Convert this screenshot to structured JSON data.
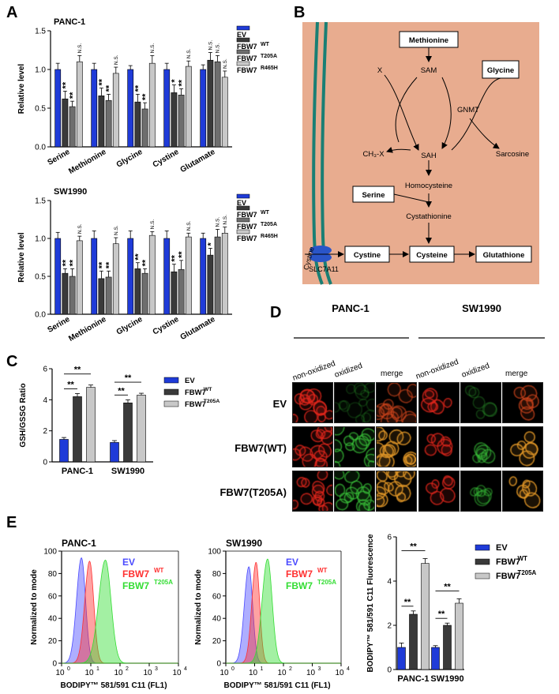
{
  "panels": {
    "A": "A",
    "B": "B",
    "C": "C",
    "D": "D",
    "E": "E"
  },
  "colors": {
    "ev": "#1f3bd8",
    "wt": "#3a3a3a",
    "t205a": "#6e6e6e",
    "r465h": "#c8c8c8",
    "pathway_bg": "#e8ac8f",
    "membrane": "#1a7f74",
    "transporter": "#2a55c8",
    "flow_ev": "#4b4bff",
    "flow_wt": "#ff3030",
    "flow_t205a": "#33dd33"
  },
  "legends": {
    "four": [
      "EV",
      "FBW7",
      "FBW7",
      "FBW7"
    ],
    "four_sup": [
      "",
      "WT",
      "T205A",
      "R465H"
    ],
    "three": [
      "EV",
      "FBW7",
      "FBW7"
    ],
    "three_sup": [
      "",
      "WT",
      "T205A"
    ]
  },
  "chart_data": [
    {
      "type": "bar",
      "panel": "A",
      "title": "PANC-1",
      "ylabel": "Relative level",
      "ylim": [
        0,
        1.5
      ],
      "yticks": [
        "0.0",
        "0.5",
        "1.0",
        "1.5"
      ],
      "categories": [
        "Serine",
        "Methionine",
        "Glycine",
        "Cystine",
        "Glutamate"
      ],
      "series": [
        {
          "name": "EV",
          "values": [
            1.0,
            1.0,
            1.0,
            1.0,
            1.0
          ],
          "err": [
            0.08,
            0.08,
            0.05,
            0.08,
            0.06
          ]
        },
        {
          "name": "FBW7 WT",
          "values": [
            0.62,
            0.66,
            0.58,
            0.7,
            1.12
          ],
          "err": [
            0.1,
            0.1,
            0.1,
            0.1,
            0.1
          ]
        },
        {
          "name": "FBW7 T205A",
          "values": [
            0.52,
            0.6,
            0.49,
            0.67,
            1.1
          ],
          "err": [
            0.07,
            0.08,
            0.08,
            0.08,
            0.08
          ]
        },
        {
          "name": "FBW7 R465H",
          "values": [
            1.1,
            0.95,
            1.08,
            1.04,
            0.9
          ],
          "err": [
            0.08,
            0.08,
            0.1,
            0.07,
            0.08
          ]
        }
      ],
      "sig": [
        [
          "**",
          "**",
          "N.S."
        ],
        [
          "**",
          "**",
          "N.S."
        ],
        [
          "**",
          "**",
          "N.S."
        ],
        [
          "*",
          "**",
          "N.S."
        ],
        [
          "N.S.",
          "N.S.",
          "N.S."
        ]
      ]
    },
    {
      "type": "bar",
      "panel": "A",
      "title": "SW1990",
      "ylabel": "Relative level",
      "ylim": [
        0,
        1.5
      ],
      "yticks": [
        "0.0",
        "0.5",
        "1.0",
        "1.5"
      ],
      "categories": [
        "Serine",
        "Methionine",
        "Glycine",
        "Cystine",
        "Glutamate"
      ],
      "series": [
        {
          "name": "EV",
          "values": [
            1.0,
            1.0,
            1.0,
            1.0,
            1.0
          ],
          "err": [
            0.08,
            0.1,
            0.1,
            0.1,
            0.07
          ]
        },
        {
          "name": "FBW7 WT",
          "values": [
            0.54,
            0.47,
            0.6,
            0.56,
            0.78
          ],
          "err": [
            0.06,
            0.1,
            0.08,
            0.1,
            0.09
          ]
        },
        {
          "name": "FBW7 T205A",
          "values": [
            0.5,
            0.49,
            0.54,
            0.59,
            1.02
          ],
          "err": [
            0.1,
            0.08,
            0.06,
            0.12,
            0.1
          ]
        },
        {
          "name": "FBW7 R465H",
          "values": [
            0.97,
            0.93,
            1.04,
            1.02,
            1.07
          ],
          "err": [
            0.06,
            0.08,
            0.05,
            0.05,
            0.08
          ]
        }
      ],
      "sig": [
        [
          "**",
          "**",
          "N.S."
        ],
        [
          "**",
          "**",
          "N.S."
        ],
        [
          "**",
          "**",
          "N.S."
        ],
        [
          "**",
          "**",
          "N.S."
        ],
        [
          "*",
          "N.S.",
          "N.S."
        ]
      ]
    },
    {
      "type": "bar",
      "panel": "C",
      "ylabel": "GSH/GSSG Ratio",
      "ylim": [
        0,
        6
      ],
      "yticks": [
        "0",
        "2",
        "4",
        "6"
      ],
      "categories": [
        "PANC-1",
        "SW1990"
      ],
      "series": [
        {
          "name": "EV",
          "values": [
            1.45,
            1.25
          ],
          "err": [
            0.12,
            0.12
          ]
        },
        {
          "name": "FBW7 WT",
          "values": [
            4.2,
            3.8
          ],
          "err": [
            0.2,
            0.2
          ]
        },
        {
          "name": "FBW7 T205A",
          "values": [
            4.8,
            4.3
          ],
          "err": [
            0.15,
            0.12
          ]
        }
      ],
      "sig_label": "**"
    },
    {
      "type": "area",
      "panel": "E",
      "title": "PANC-1",
      "ylabel": "Normalized to mode",
      "xlabel": "BODIPY™ 581/591 C11 (FL1)",
      "ylim": [
        0,
        100
      ],
      "yticks": [
        "0",
        "20",
        "40",
        "60",
        "80",
        "100"
      ],
      "xticks": [
        "10",
        "10",
        "10",
        "10",
        "10"
      ],
      "xtick_exp": [
        "0",
        "1",
        "2",
        "3",
        "4"
      ],
      "series": [
        {
          "name": "EV",
          "peak_log": 0.68,
          "sd": 0.16,
          "height": 94
        },
        {
          "name": "FBW7 WT",
          "peak_log": 0.96,
          "sd": 0.16,
          "height": 91
        },
        {
          "name": "FBW7 T205A",
          "peak_log": 1.5,
          "sd": 0.22,
          "height": 92
        }
      ],
      "legend": [
        "EV",
        "FBW7",
        "FBW7"
      ],
      "legend_sup": [
        "",
        "WT",
        "T205A"
      ]
    },
    {
      "type": "area",
      "panel": "E",
      "title": "SW1990",
      "ylabel": "Normalized to mode",
      "xlabel": "BODIPY™ 581/591 C11 (FL1)",
      "ylim": [
        0,
        100
      ],
      "yticks": [
        "0",
        "20",
        "40",
        "60",
        "80",
        "100"
      ],
      "xticks": [
        "10",
        "10",
        "10",
        "10",
        "10"
      ],
      "xtick_exp": [
        "0",
        "1",
        "2",
        "3",
        "4"
      ],
      "series": [
        {
          "name": "EV",
          "peak_log": 0.8,
          "sd": 0.15,
          "height": 86
        },
        {
          "name": "FBW7 WT",
          "peak_log": 1.05,
          "sd": 0.14,
          "height": 90
        },
        {
          "name": "FBW7 T205A",
          "peak_log": 1.45,
          "sd": 0.18,
          "height": 93
        }
      ],
      "legend": [
        "EV",
        "FBW7",
        "FBW7"
      ],
      "legend_sup": [
        "",
        "WT",
        "T205A"
      ]
    },
    {
      "type": "bar",
      "panel": "E",
      "ylabel": "BODIPY™ 581/591 C11 Fluorescence",
      "ylim": [
        0,
        6
      ],
      "yticks": [
        "0",
        "2",
        "4",
        "6"
      ],
      "categories": [
        "PANC-1",
        "SW1990"
      ],
      "series": [
        {
          "name": "EV",
          "values": [
            1.0,
            1.0
          ],
          "err": [
            0.2,
            0.08
          ]
        },
        {
          "name": "FBW7 WT",
          "values": [
            2.5,
            2.0
          ],
          "err": [
            0.15,
            0.1
          ]
        },
        {
          "name": "FBW7 T205A",
          "values": [
            4.8,
            3.0
          ],
          "err": [
            0.22,
            0.2
          ]
        }
      ],
      "sig_label": "**"
    }
  ],
  "pathway": {
    "methionine": "Methionine",
    "sam": "SAM",
    "glycine": "Glycine",
    "x": "X",
    "gnmt": "GNMT",
    "ch3x": "CH₃-X",
    "sah": "SAH",
    "sarcosine": "Sarcosine",
    "homocysteine": "Homocysteine",
    "serine": "Serine",
    "cystathionine": "Cystathionine",
    "cystine_ext": "Cystine",
    "cystine_box": "Cystine",
    "cysteine": "Cysteine",
    "glutathione": "Glutathione",
    "transporter": "SLC7A11"
  },
  "microscopy": {
    "groups": [
      "PANC-1",
      "SW1990"
    ],
    "columns": [
      "non-oxidized",
      "oxidized",
      "merge",
      "non-oxidized",
      "oxidized",
      "merge"
    ],
    "rows": [
      "EV",
      "FBW7(WT)",
      "FBW7(T205A)"
    ]
  }
}
